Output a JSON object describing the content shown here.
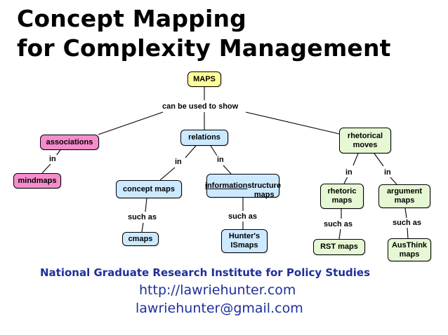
{
  "title": {
    "line1": "Concept Mapping",
    "line2": "for Complexity Management"
  },
  "nodes": {
    "maps": "MAPS",
    "relations": "relations",
    "associations": "associations",
    "mindmaps": "mindmaps",
    "rhetorical_moves": "rhetorical\nmoves",
    "concept_maps": "concept maps",
    "information_structure_maps": "information\nstructure maps",
    "rhetoric_maps": "rhetoric\nmaps",
    "argument_maps": "argument\nmaps",
    "cmaps": "cmaps",
    "hunters_ismaps": "Hunter's\nISmaps",
    "rst_maps": "RST maps",
    "austhink_maps": "AusThink\nmaps"
  },
  "links": {
    "can_be_used_to_show": "can be used to show",
    "assoc_in": "in",
    "relations_in_left": "in",
    "relations_in_right": "in",
    "rhet_in_left": "in",
    "rhet_in_right": "in",
    "concept_such_as": "such as",
    "info_such_as": "such as",
    "rhetoric_such_as": "such as",
    "argument_such_as": "such as"
  },
  "footer": {
    "organization": "National Graduate Research Institute for Policy Studies",
    "url": "http://lawriehunter.com",
    "email": "lawriehunter@gmail.com"
  },
  "colors": {
    "maps_node": "#ffff99",
    "relation_nodes": "#cce9ff",
    "rhetorical_nodes": "#e6f7d4",
    "association_nodes": "#f58ccb",
    "footer_text": "#1f2f9b"
  }
}
